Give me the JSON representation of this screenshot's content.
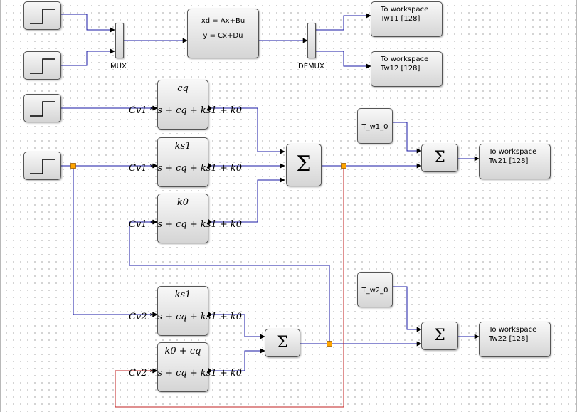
{
  "mux": {
    "label": "MUX"
  },
  "demux": {
    "label": "DEMUX"
  },
  "statespace": {
    "line1": "xd  =  Ax+Bu",
    "line2": "y  =  Cx+Du"
  },
  "workspaces": [
    {
      "title": "To workspace",
      "var": "Tw11 [128]"
    },
    {
      "title": "To workspace",
      "var": "Tw12 [128]"
    },
    {
      "title": "To workspace",
      "var": "Tw21 [128]"
    },
    {
      "title": "To workspace",
      "var": "Tw22 [128]"
    }
  ],
  "tf": [
    {
      "num": "cq",
      "den": "Cv1 * s + cq + ks1 + k0"
    },
    {
      "num": "ks1",
      "den": "Cv1 * s + cq + ks1 + k0"
    },
    {
      "num": "k0",
      "den": "Cv1 * s + cq + ks1 + k0"
    },
    {
      "num": "ks1",
      "den": "Cv2 * s + cq + ks1 + k0"
    },
    {
      "num": "k0 + cq",
      "den": "Cv2 * s + cq + ks1 + k0"
    }
  ],
  "inputs": {
    "w1": "T_w1_0",
    "w2": "T_w2_0"
  },
  "sum": {
    "symbol": "Σ"
  }
}
